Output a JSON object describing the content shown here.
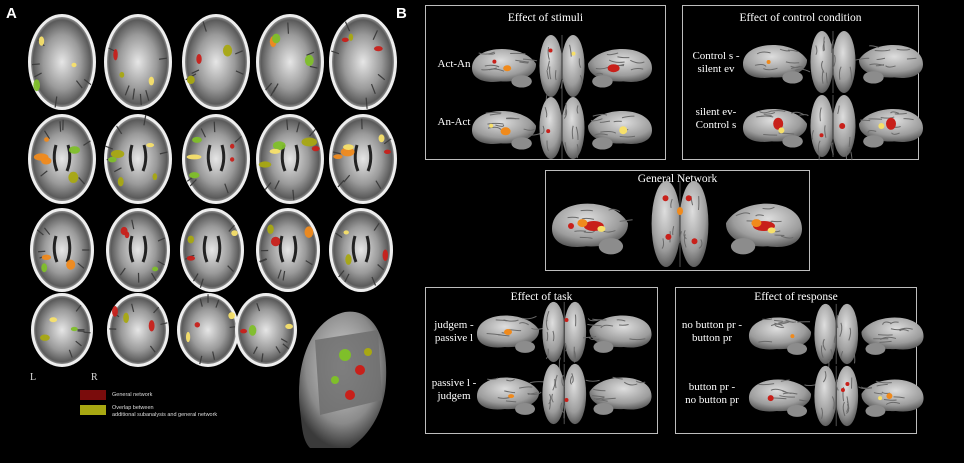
{
  "panel_a": {
    "letter": "A",
    "left_label": "L",
    "right_label": "R",
    "legend": [
      {
        "label": "General network",
        "color": "#7a0c0c"
      },
      {
        "label": "Overlap between additional subanalysis and general network",
        "line1": "Overlap between",
        "line2": "additional subanalysis and general network",
        "color": "#a8a812"
      }
    ]
  },
  "panel_b": {
    "letter": "B",
    "stimuli": {
      "title": "Effect of stimuli",
      "row1": "Act-An",
      "row2": "An-Act"
    },
    "control": {
      "title": "Effect of control condition",
      "row1_line1": "Control s -",
      "row1_line2": "silent ev",
      "row2_line1": "silent ev-",
      "row2_line2": "Control s"
    },
    "general": {
      "title": "General Network"
    },
    "task": {
      "title": "Effect of task",
      "row1_line1": "judgem -",
      "row1_line2": "passive l",
      "row2_line1": "passive l -",
      "row2_line2": "judgem"
    },
    "response": {
      "title": "Effect of response",
      "row1_line1": "no button pr -",
      "row1_line2": "button pr",
      "row2_line1": "button pr -",
      "row2_line2": "no button pr"
    }
  },
  "colors": {
    "network_red": "#c8201a",
    "activation_orange": "#f08a1c",
    "activation_yellow": "#f7e06a",
    "overlap_green": "#7fbf2a",
    "brain_gray": "#a9a9a9",
    "box_border": "#bdbdbd"
  }
}
